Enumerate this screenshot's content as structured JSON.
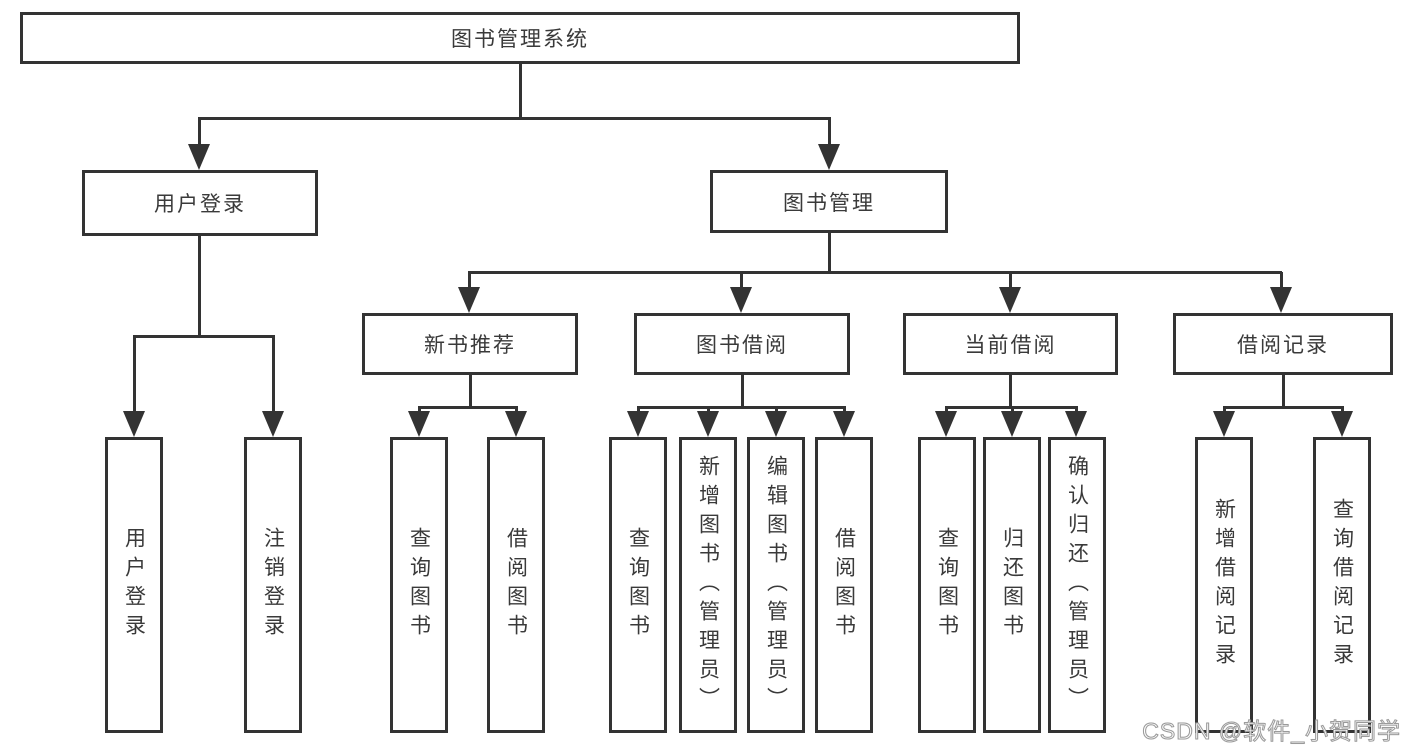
{
  "tree": {
    "label": "图书管理系统",
    "children": [
      {
        "label": "用户登录",
        "children": [
          {
            "label": "用户登录"
          },
          {
            "label": "注销登录"
          }
        ]
      },
      {
        "label": "图书管理",
        "children": [
          {
            "label": "新书推荐",
            "children": [
              {
                "label": "查询图书"
              },
              {
                "label": "借阅图书"
              }
            ]
          },
          {
            "label": "图书借阅",
            "children": [
              {
                "label": "查询图书"
              },
              {
                "label": "新增图书（管理员）"
              },
              {
                "label": "编辑图书（管理员）"
              },
              {
                "label": "借阅图书"
              }
            ]
          },
          {
            "label": "当前借阅",
            "children": [
              {
                "label": "查询图书"
              },
              {
                "label": "归还图书"
              },
              {
                "label": "确认归还（管理员）"
              }
            ]
          },
          {
            "label": "借阅记录",
            "children": [
              {
                "label": "新增借阅记录"
              },
              {
                "label": "查询借阅记录"
              }
            ]
          }
        ]
      }
    ]
  },
  "watermark": "CSDN @软件_小贺同学",
  "colors": {
    "line": "#333333",
    "text": "#3a3a3a",
    "background": "#ffffff"
  }
}
